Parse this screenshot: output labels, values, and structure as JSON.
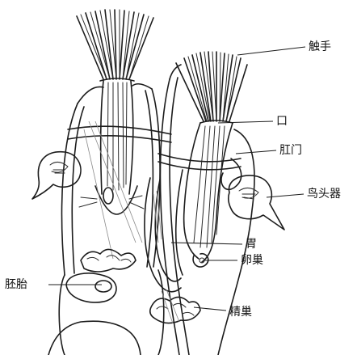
{
  "figure": {
    "labels": {
      "tentacles": "触手",
      "mouth": "口",
      "anus": "肛门",
      "avicularium": "鸟头器",
      "stomach": "胃",
      "ovary": "卵巢",
      "embryo": "胚胎",
      "testis": "精巢"
    },
    "colors": {
      "ink": "#1c1c1c",
      "paper": "#ffffff"
    }
  }
}
